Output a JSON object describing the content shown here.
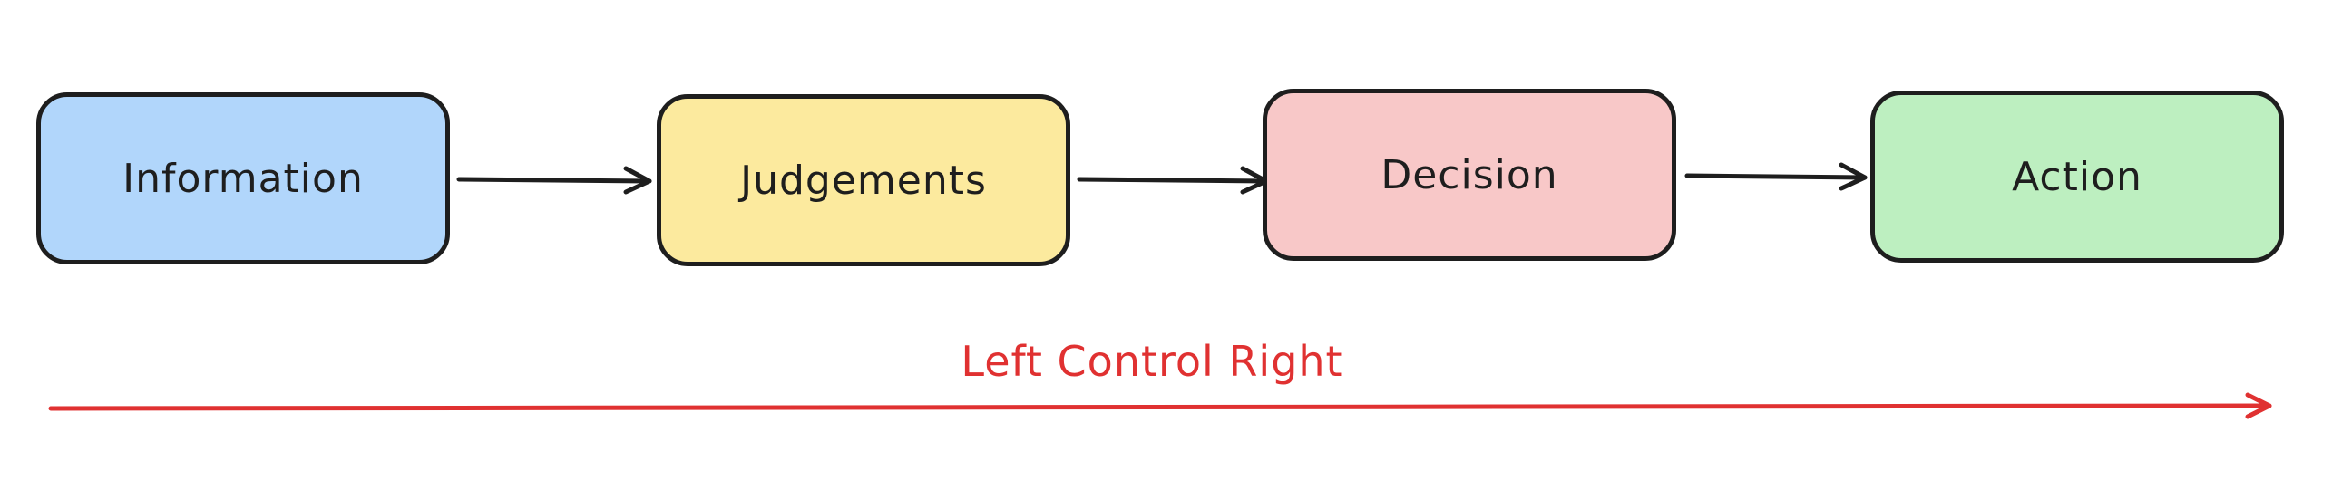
{
  "diagram": {
    "nodes": [
      {
        "id": "information",
        "label": "Information",
        "fill": "#b1d6fb"
      },
      {
        "id": "judgements",
        "label": "Judgements",
        "fill": "#fcea9e"
      },
      {
        "id": "decision",
        "label": "Decision",
        "fill": "#f8c8c8"
      },
      {
        "id": "action",
        "label": "Action",
        "fill": "#bdefc0"
      }
    ],
    "edges": [
      {
        "from": "information",
        "to": "judgements"
      },
      {
        "from": "judgements",
        "to": "decision"
      },
      {
        "from": "decision",
        "to": "action"
      }
    ],
    "axis": {
      "label": "Left Control Right",
      "color": "#e03131",
      "direction": "left-to-right"
    },
    "stroke_color": "#1e1e1e"
  }
}
